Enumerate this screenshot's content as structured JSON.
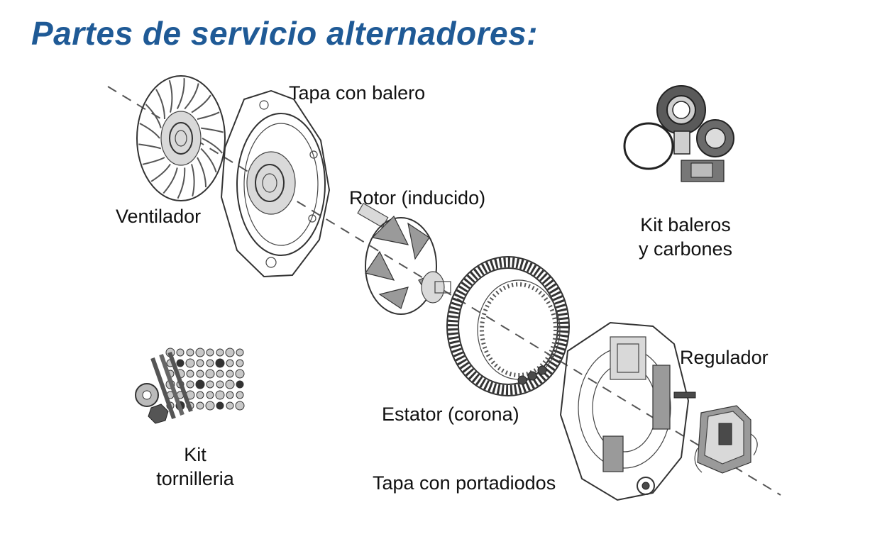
{
  "page": {
    "title": "Partes de servicio alternadores:",
    "title_color": "#1f5a96"
  },
  "parts": {
    "ventilador": "Ventilador",
    "tapa_balero": "Tapa con balero",
    "rotor": "Rotor (inducido)",
    "kit_baleros_line1": "Kit baleros",
    "kit_baleros_line2": "y carbones",
    "kit_tornilleria_line1": "Kit",
    "kit_tornilleria_line2": "tornilleria",
    "estator": "Estator (corona)",
    "regulador": "Regulador",
    "tapa_portadiodos": "Tapa con portadiodos"
  },
  "icons": [
    "fan-icon",
    "end-cap-icon",
    "rotor-icon",
    "stator-icon",
    "rear-housing-icon",
    "regulator-icon",
    "bearings-kit-icon",
    "screws-kit-icon"
  ]
}
